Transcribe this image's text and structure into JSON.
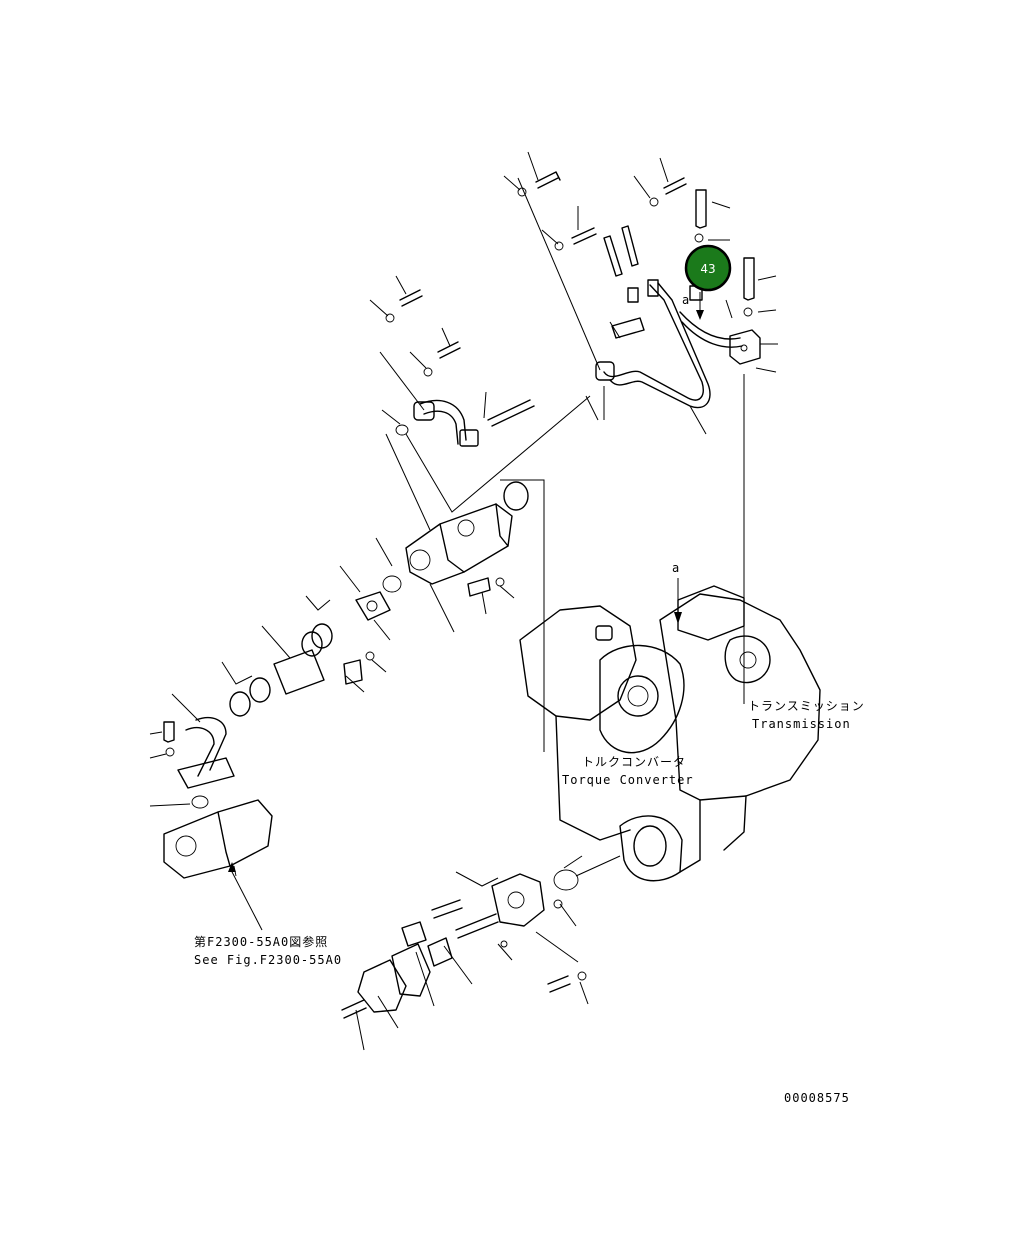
{
  "callout": {
    "number": "43",
    "color": "#1b7a1b",
    "text_color": "#ffffff"
  },
  "view_marker": {
    "letter": "a"
  },
  "labels": {
    "transmission_jp": "トランスミッション",
    "transmission_en": "Transmission",
    "torque_converter_jp": "トルクコンバータ",
    "torque_converter_en": "Torque Converter",
    "see_fig_jp": "第F2300-55A0図参照",
    "see_fig_en": "See Fig.F2300-55A0"
  },
  "drawing_number": "00008575"
}
